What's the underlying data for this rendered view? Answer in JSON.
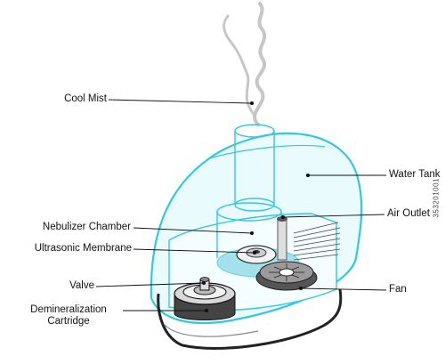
{
  "labels": {
    "cool_mist": "Cool Mist",
    "water_tank": "Water Tank",
    "nebulizer_chamber": "Nebulizer Chamber",
    "air_outlet": "Air Outlet",
    "ultrasonic_membrane": "Ultrasonic Membrane",
    "valve": "Valve",
    "fan": "Fan",
    "demineralization_cartridge_line1": "Demineralization",
    "demineralization_cartridge_line2": "Cartridge"
  },
  "stock_id": "353201001",
  "colors": {
    "tank_outline": "#34c8dc",
    "tank_fill": "#e9fbfd",
    "membrane": "#8fdce6",
    "base_dark": "#333333",
    "leader": "#111111",
    "steam": "#bdbdbd"
  }
}
